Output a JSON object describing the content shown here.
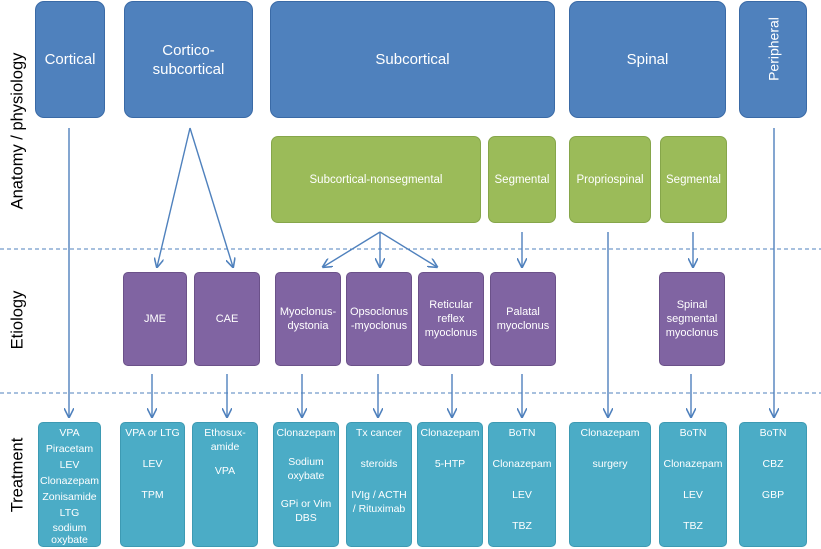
{
  "row_labels": {
    "anatomy": "Anatomy / physiology",
    "etiology": "Etiology",
    "treatment": "Treatment"
  },
  "anatomy": {
    "cortical": "Cortical",
    "cortico_subcortical": "Cortico-\nsubcortical",
    "subcortical": "Subcortical",
    "spinal": "Spinal",
    "peripheral": "Peripheral"
  },
  "subtypes": {
    "subcortical_nonsegmental": "Subcortical-nonsegmental",
    "segmental_subcortical": "Segmental",
    "propriospinal": "Propriospinal",
    "segmental_spinal": "Segmental"
  },
  "etiology": {
    "jme": "JME",
    "cae": "CAE",
    "myoclonus_dystonia": "Myoclonus-\ndystonia",
    "opsoclonus_myoclonus": "Opsoclonus\n-myoclonus",
    "reticular_reflex": "Reticular\nreflex\nmyoclonus",
    "palatal": "Palatal\nmyoclonus",
    "spinal_segmental": "Spinal\nsegmental\nmyoclonus"
  },
  "treatment": {
    "cortical": [
      "VPA",
      "Piracetam",
      "LEV",
      "Clonazepam",
      "Zonisamide",
      "LTG",
      "sodium\noxybate"
    ],
    "jme": [
      "VPA or LTG",
      "LEV",
      "TPM"
    ],
    "cae": [
      "Ethosux-\namide",
      "VPA"
    ],
    "myoclonus_dystonia": [
      "Clonazepam",
      "Sodium\noxybate",
      "GPi or Vim\nDBS"
    ],
    "opsoclonus_myoclonus": [
      "Tx cancer",
      "steroids",
      "IVIg / ACTH\n/ Rituximab"
    ],
    "reticular_reflex": [
      "Clonazepam",
      "5-HTP"
    ],
    "palatal": [
      "BoTN",
      "Clonazepam",
      "LEV",
      "TBZ"
    ],
    "propriospinal": [
      "Clonazepam",
      "surgery"
    ],
    "spinal_segmental": [
      "BoTN",
      "Clonazepam",
      "LEV",
      "TBZ"
    ],
    "peripheral": [
      "BoTN",
      "CBZ",
      "GBP"
    ]
  },
  "colors": {
    "anatomy": "#4f81bd",
    "subtype": "#9bbb59",
    "etiology": "#8064a2",
    "treatment": "#4bacc6",
    "arrow": "#4f81bd",
    "divider": "#4f81bd"
  }
}
